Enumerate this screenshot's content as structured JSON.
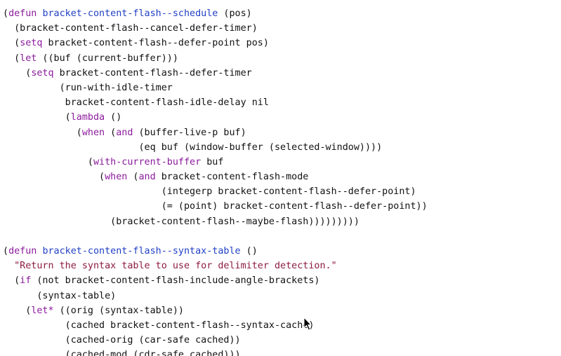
{
  "colors": {
    "background": "#ffffff",
    "text": "#111111",
    "keyword": "#8b1a9c",
    "function_name": "#1f3fc4",
    "string": "#8c1c3f"
  },
  "editor": {
    "lines": [
      [
        {
          "t": "(",
          "c": "plain"
        },
        {
          "t": "defun",
          "c": "kw"
        },
        {
          "t": " ",
          "c": "plain"
        },
        {
          "t": "bracket-content-flash--schedule",
          "c": "fn"
        },
        {
          "t": " (pos)",
          "c": "plain"
        }
      ],
      [
        {
          "t": "  (bracket-content-flash--cancel-defer-timer)",
          "c": "plain"
        }
      ],
      [
        {
          "t": "  (",
          "c": "plain"
        },
        {
          "t": "setq",
          "c": "kw"
        },
        {
          "t": " bracket-content-flash--defer-point pos)",
          "c": "plain"
        }
      ],
      [
        {
          "t": "  (",
          "c": "plain"
        },
        {
          "t": "let",
          "c": "kw"
        },
        {
          "t": " ((buf (current-buffer)))",
          "c": "plain"
        }
      ],
      [
        {
          "t": "    (",
          "c": "plain"
        },
        {
          "t": "setq",
          "c": "kw"
        },
        {
          "t": " bracket-content-flash--defer-timer",
          "c": "plain"
        }
      ],
      [
        {
          "t": "          (run-with-idle-timer",
          "c": "plain"
        }
      ],
      [
        {
          "t": "           bracket-content-flash-idle-delay nil",
          "c": "plain"
        }
      ],
      [
        {
          "t": "           (",
          "c": "plain"
        },
        {
          "t": "lambda",
          "c": "kw"
        },
        {
          "t": " ()",
          "c": "plain"
        }
      ],
      [
        {
          "t": "             (",
          "c": "plain"
        },
        {
          "t": "when",
          "c": "kw"
        },
        {
          "t": " (",
          "c": "plain"
        },
        {
          "t": "and",
          "c": "kw"
        },
        {
          "t": " (buffer-live-p buf)",
          "c": "plain"
        }
      ],
      [
        {
          "t": "                        (eq buf (window-buffer (selected-window))))",
          "c": "plain"
        }
      ],
      [
        {
          "t": "               (",
          "c": "plain"
        },
        {
          "t": "with-current-buffer",
          "c": "kw"
        },
        {
          "t": " buf",
          "c": "plain"
        }
      ],
      [
        {
          "t": "                 (",
          "c": "plain"
        },
        {
          "t": "when",
          "c": "kw"
        },
        {
          "t": " (",
          "c": "plain"
        },
        {
          "t": "and",
          "c": "kw"
        },
        {
          "t": " bracket-content-flash-mode",
          "c": "plain"
        }
      ],
      [
        {
          "t": "                            (integerp bracket-content-flash--defer-point)",
          "c": "plain"
        }
      ],
      [
        {
          "t": "                            (= (point) bracket-content-flash--defer-point))",
          "c": "plain"
        }
      ],
      [
        {
          "t": "                   (bracket-content-flash--maybe-flash)))))))))",
          "c": "plain"
        }
      ],
      [
        {
          "t": "",
          "c": "plain"
        }
      ],
      [
        {
          "t": "(",
          "c": "plain"
        },
        {
          "t": "defun",
          "c": "kw"
        },
        {
          "t": " ",
          "c": "plain"
        },
        {
          "t": "bracket-content-flash--syntax-table",
          "c": "fn"
        },
        {
          "t": " ()",
          "c": "plain"
        }
      ],
      [
        {
          "t": "  ",
          "c": "plain"
        },
        {
          "t": "\"Return the syntax table to use for delimiter detection.\"",
          "c": "str"
        }
      ],
      [
        {
          "t": "  (",
          "c": "plain"
        },
        {
          "t": "if",
          "c": "kw"
        },
        {
          "t": " (not bracket-content-flash-include-angle-brackets)",
          "c": "plain"
        }
      ],
      [
        {
          "t": "      (syntax-table)",
          "c": "plain"
        }
      ],
      [
        {
          "t": "    (",
          "c": "plain"
        },
        {
          "t": "let*",
          "c": "kw"
        },
        {
          "t": " ((orig (syntax-table))",
          "c": "plain"
        }
      ],
      [
        {
          "t": "           (cached bracket-content-flash--syntax-cache)",
          "c": "plain"
        }
      ],
      [
        {
          "t": "           (cached-orig (car-safe cached))",
          "c": "plain"
        }
      ],
      [
        {
          "t": "           (cached-mod (cdr-safe cached)))",
          "c": "plain"
        }
      ]
    ]
  },
  "icons": {
    "cursor": "mouse-pointer-icon"
  }
}
